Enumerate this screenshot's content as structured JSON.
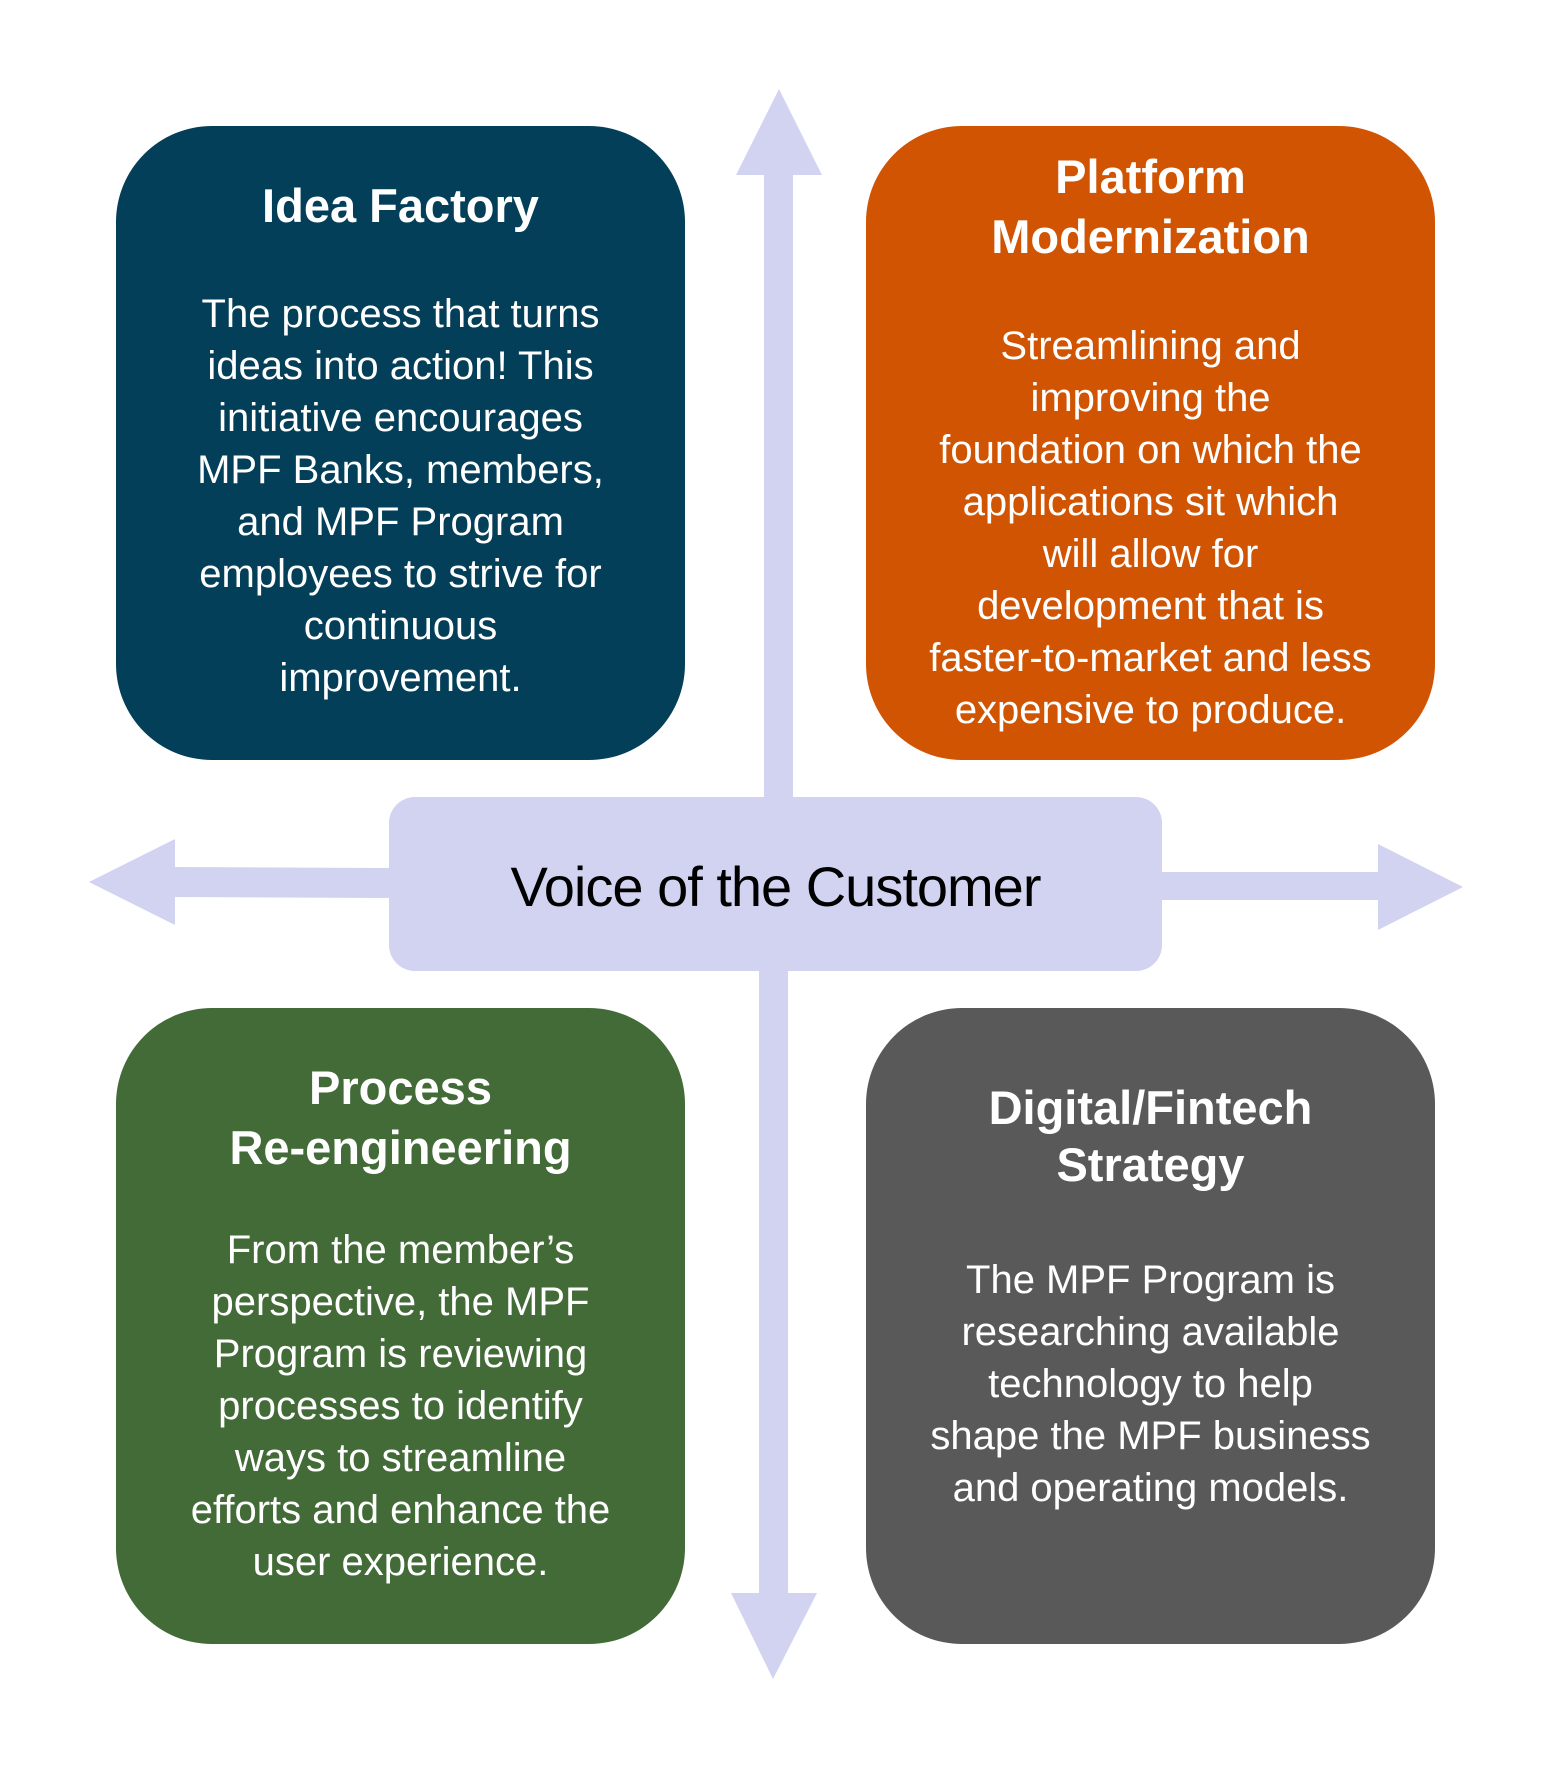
{
  "diagram": {
    "center": {
      "label": "Voice of the Customer",
      "color": "#D1D3F1"
    },
    "arrow_color": "#D1D3F1",
    "arrows": [
      "up",
      "down",
      "left",
      "right"
    ],
    "quadrants": {
      "idea_factory": {
        "position": "top-left",
        "color": "#033F59",
        "title_lines": [
          "Idea Factory"
        ],
        "body_lines": [
          "The process that turns",
          "ideas into action! This",
          "initiative encourages",
          "MPF Banks, members,",
          "and MPF Program",
          "employees to strive for",
          "continuous",
          "improvement."
        ]
      },
      "platform_modernization": {
        "position": "top-right",
        "color": "#D15403",
        "title_lines": [
          "Platform",
          "Modernization"
        ],
        "body_lines": [
          "Streamlining and",
          "improving the",
          "foundation on which the",
          "applications sit which",
          "will allow for",
          "development that is",
          "faster-to-market and less",
          "expensive to produce."
        ]
      },
      "process_reengineering": {
        "position": "bottom-left",
        "color": "#426B37",
        "title_lines": [
          "Process",
          "Re-engineering"
        ],
        "body_lines": [
          "From the member’s",
          "perspective, the MPF",
          "Program is reviewing",
          "processes to identify",
          "ways to streamline",
          "efforts and enhance the",
          "user experience."
        ]
      },
      "digital_fintech_strategy": {
        "position": "bottom-right",
        "color": "#595959",
        "title_lines": [
          "Digital/Fintech",
          "Strategy"
        ],
        "body_lines": [
          "The MPF Program is",
          "researching available",
          "technology to help",
          "shape the MPF business",
          "and operating models."
        ]
      }
    }
  }
}
